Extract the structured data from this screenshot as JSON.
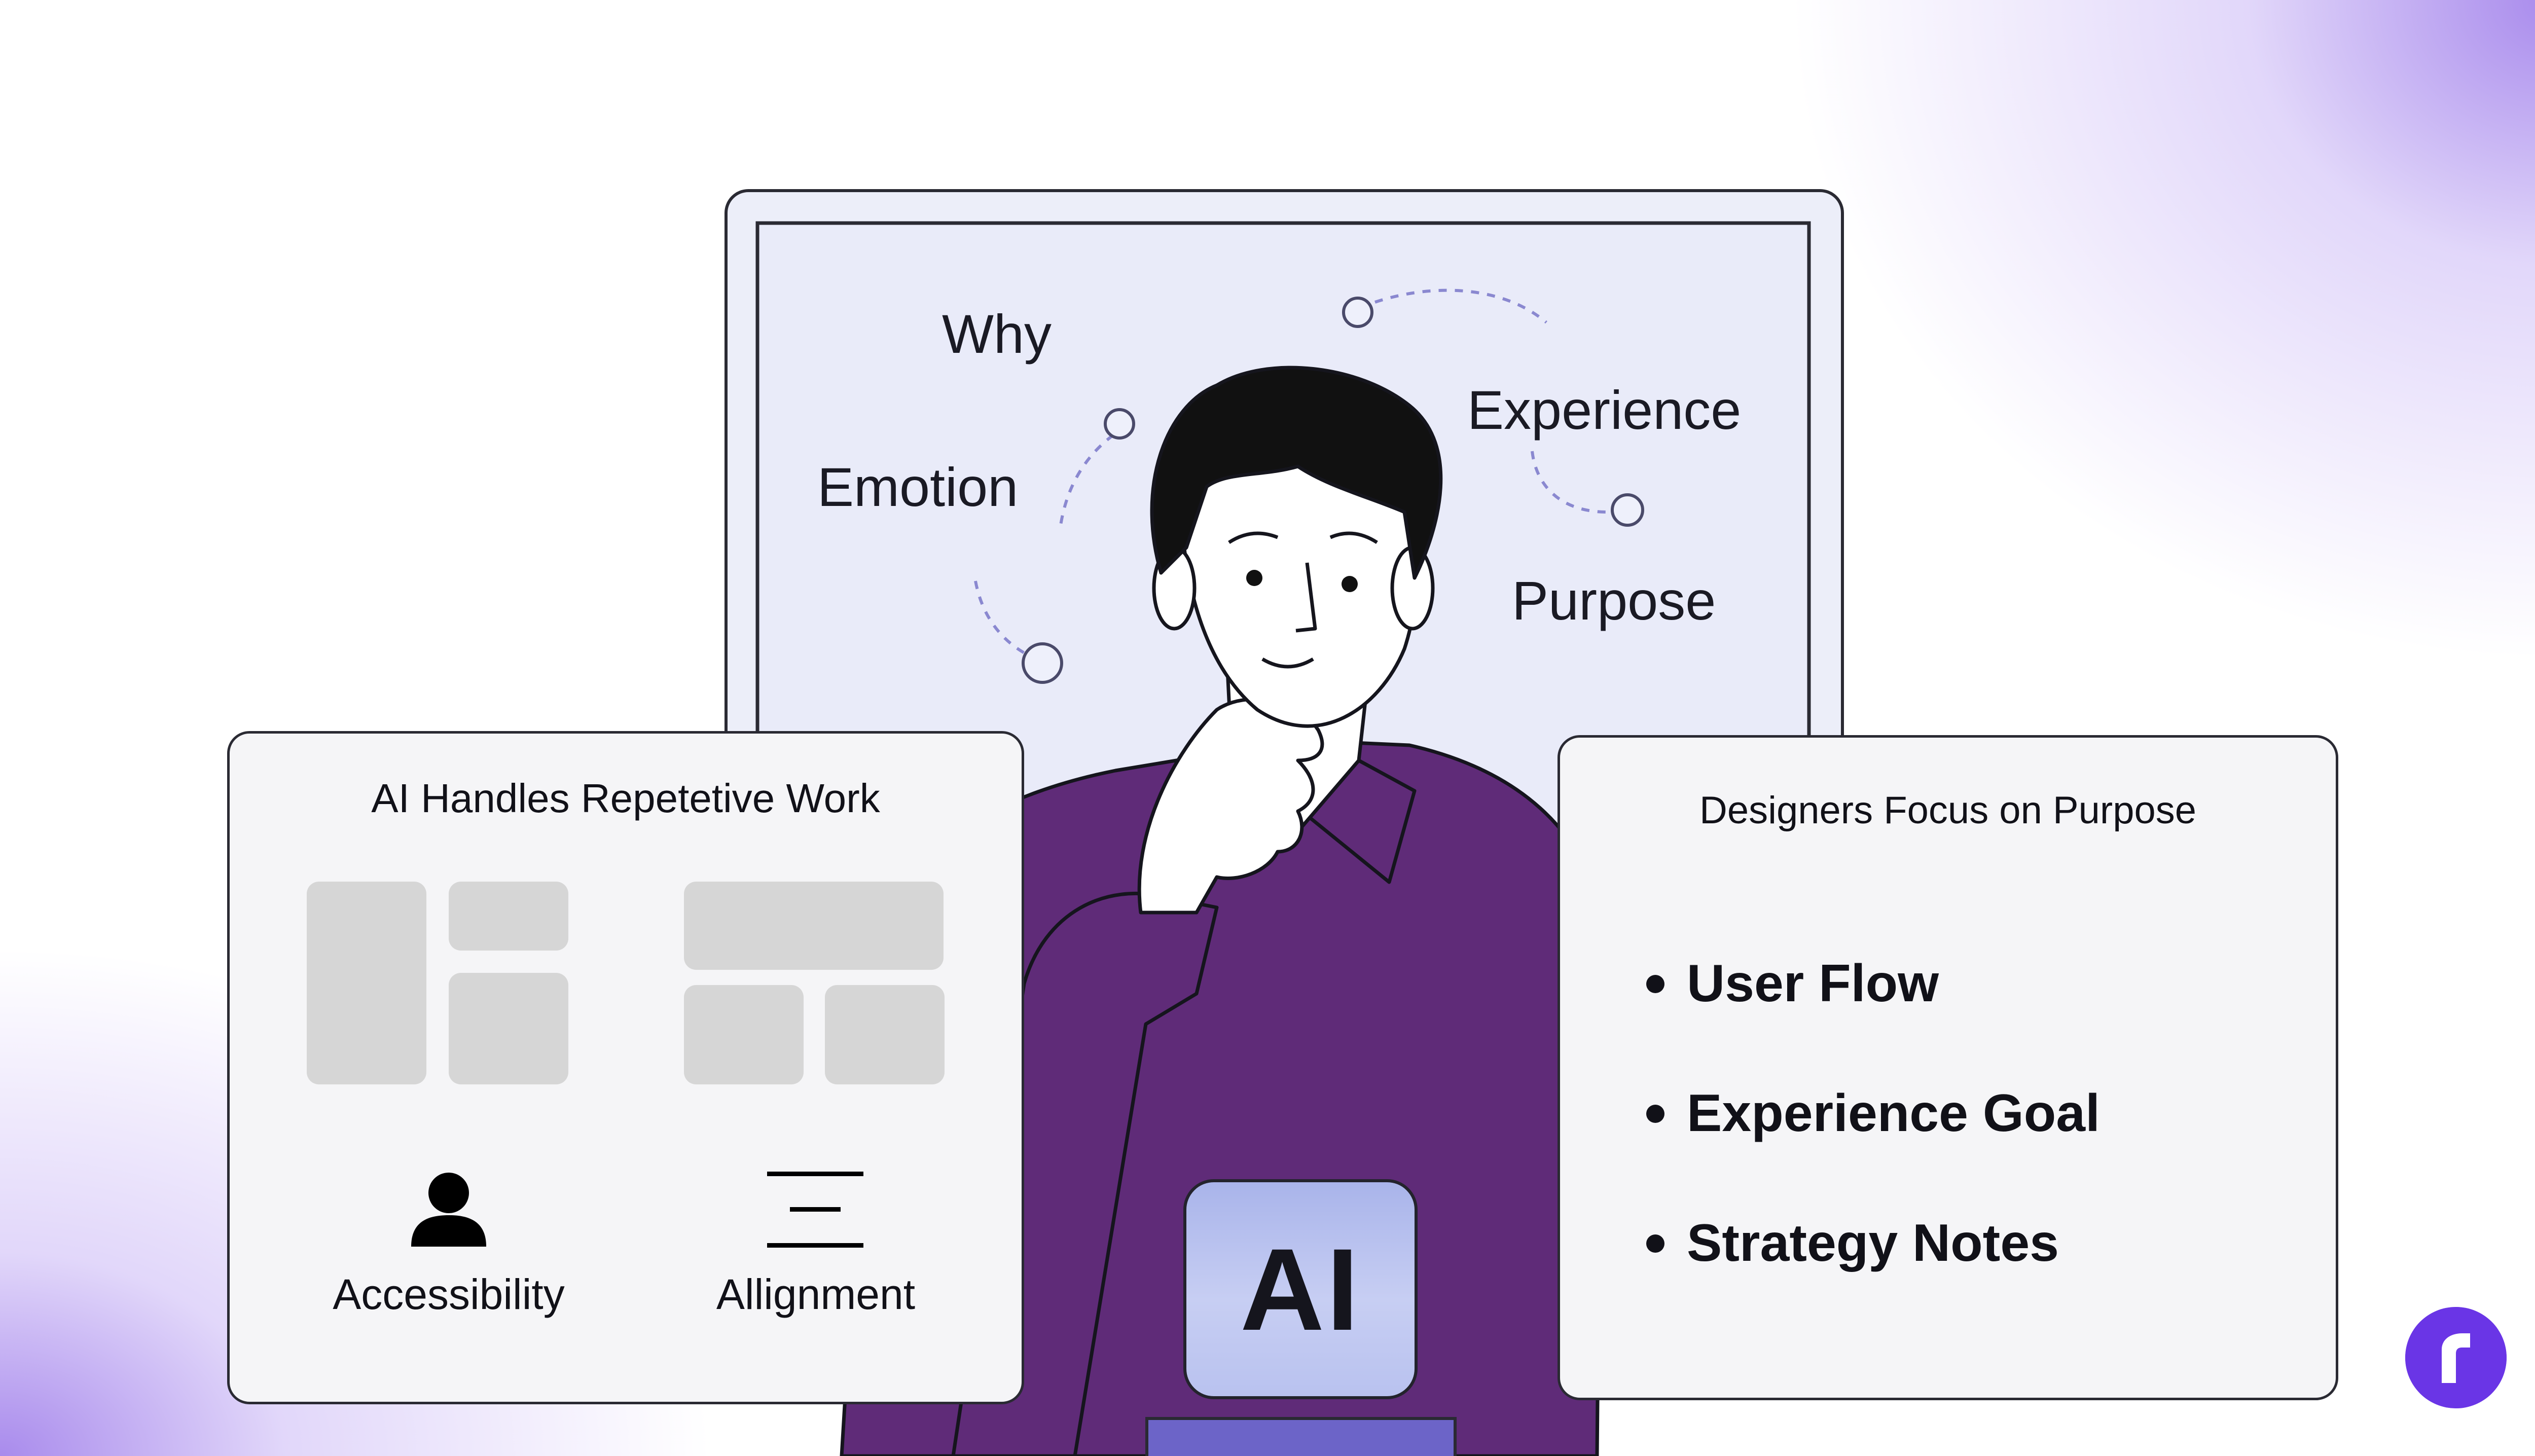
{
  "board": {
    "words": {
      "why": "Why",
      "emotion": "Emotion",
      "experience": "Experience",
      "purpose": "Purpose"
    }
  },
  "left_card": {
    "title": "AI Handles Repetetive Work",
    "features": [
      {
        "label": "Accessibility",
        "icon": "person-icon"
      },
      {
        "label": "Allignment",
        "icon": "align-center-icon"
      }
    ]
  },
  "right_card": {
    "title": "Designers Focus on Purpose",
    "bullets": [
      "User Flow",
      "Experience Goal",
      "Strategy Notes"
    ]
  },
  "ai_badge": {
    "label": "AI"
  },
  "brand": {
    "logo_icon": "r-logo-icon",
    "color": "#6a35e6"
  },
  "colors": {
    "shirt": "#5f2b78",
    "board": "#eef0fb",
    "accent_dashes": "#8a88d0"
  }
}
